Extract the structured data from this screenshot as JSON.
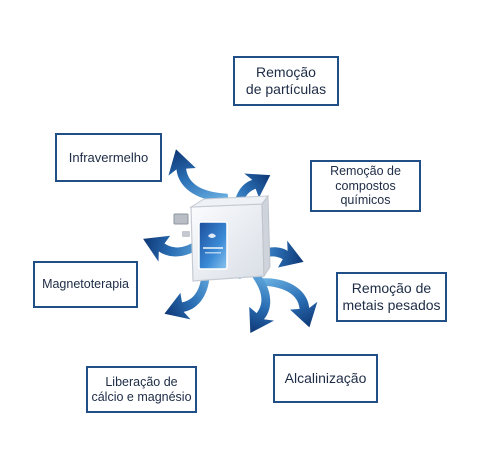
{
  "diagram": {
    "nodes": [
      {
        "id": "particulas",
        "lines": [
          "Remoção",
          "de partículas"
        ]
      },
      {
        "id": "quimicos",
        "lines": [
          "Remoção de",
          "compostos",
          "químicos"
        ]
      },
      {
        "id": "metais",
        "lines": [
          "Remoção de",
          "metais pesados"
        ]
      },
      {
        "id": "alcalin",
        "lines": [
          "Alcalinização"
        ]
      },
      {
        "id": "liberacao",
        "lines": [
          "Liberação de",
          "cálcio e magnésio"
        ]
      },
      {
        "id": "magneto",
        "lines": [
          "Magnetoterapia"
        ]
      },
      {
        "id": "infra",
        "lines": [
          "Infravermelho"
        ]
      }
    ]
  },
  "colors": {
    "arrow_dark": "#103a78",
    "arrow_light": "#5fa9dd",
    "box_border": "#1f4f86",
    "text": "#1d2b45"
  },
  "icons": [
    "curved-arrow-icon",
    "water-filter-device-icon"
  ]
}
